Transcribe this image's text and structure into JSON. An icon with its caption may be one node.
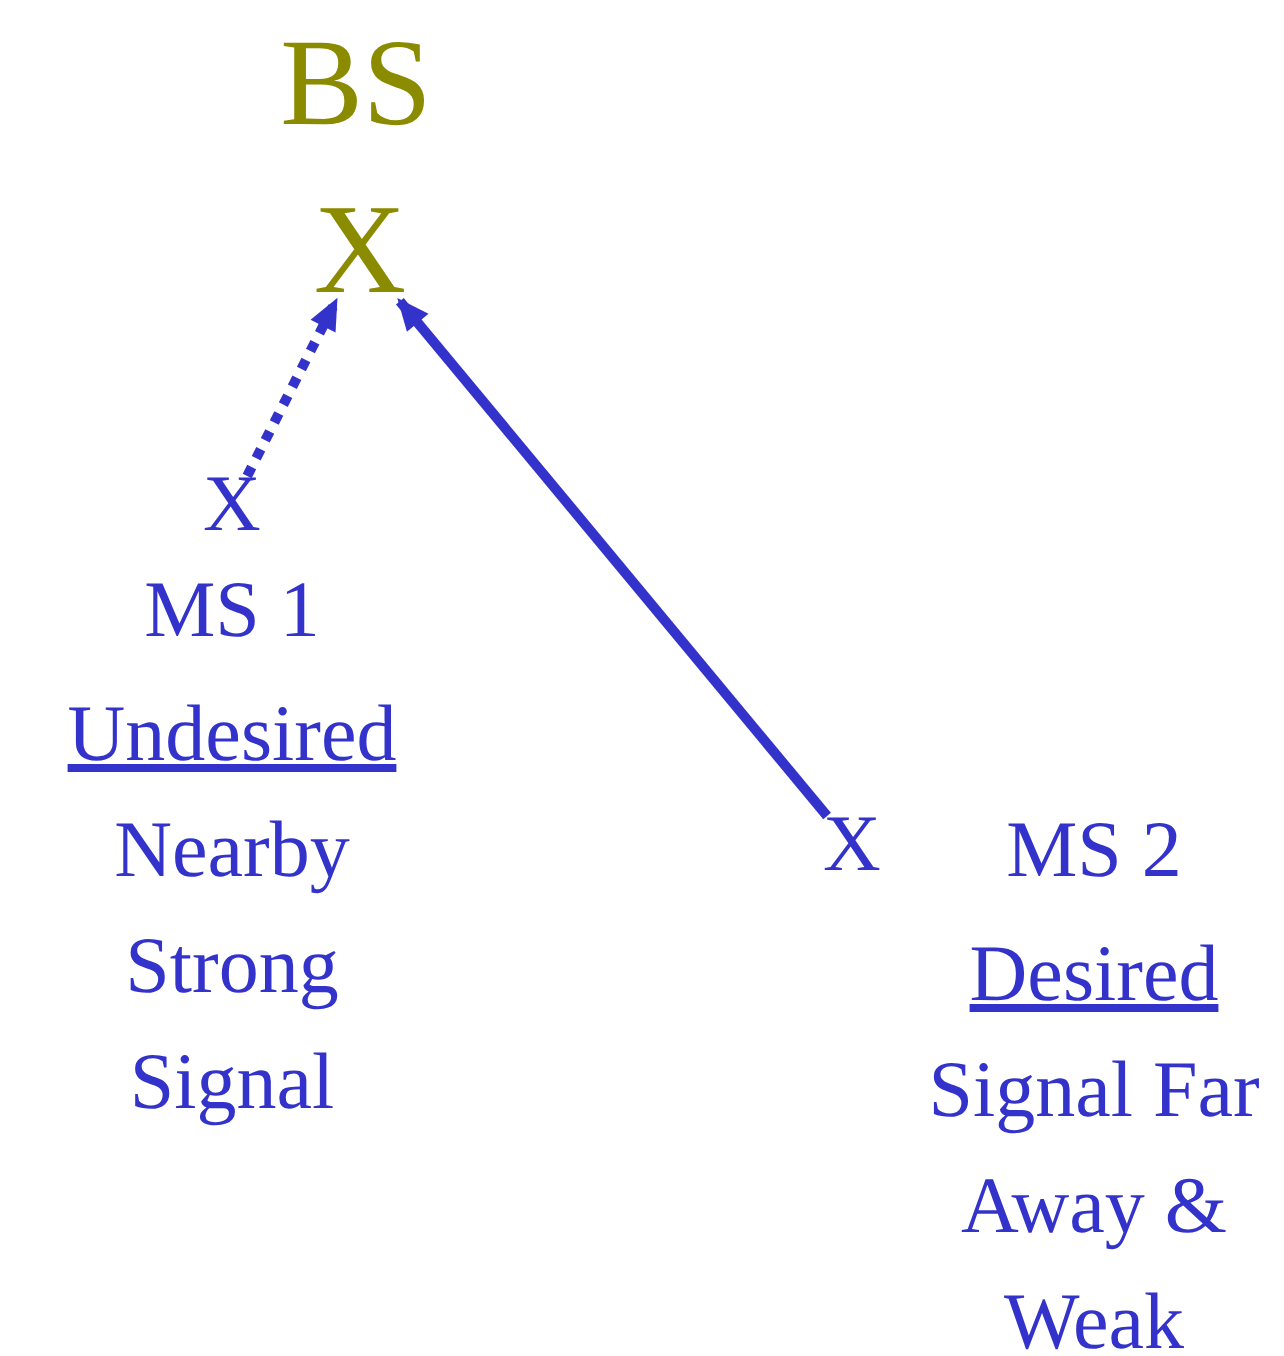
{
  "diagram": {
    "nodes": [
      {
        "text": [
          "X"
        ],
        "beside": [
          "BS"
        ]
      },
      {
        "text": [
          "X"
        ],
        "beside": [
          "MS 1",
          "Undesired",
          "Nearby Strong Signal"
        ]
      },
      {
        "text": [
          "X"
        ],
        "beside": [
          "MS 2",
          "Desired",
          "Signal Far Away & Weak"
        ]
      }
    ],
    "edges": [
      {
        "from": 1,
        "to": 0,
        "arrow": "to",
        "style": "dashed"
      },
      {
        "from": 2,
        "to": 0,
        "arrow": "to"
      }
    ]
  }
}
